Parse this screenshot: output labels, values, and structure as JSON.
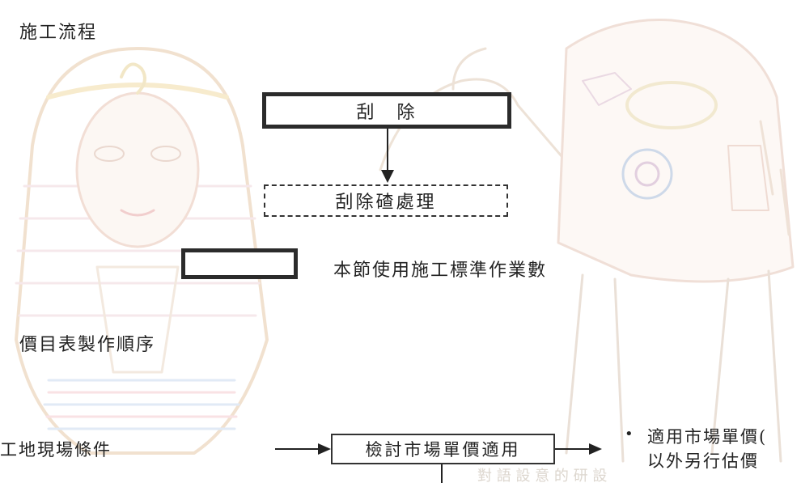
{
  "section_title": "施工流程",
  "flow": {
    "step1": "刮　除",
    "step2": "刮除碴處理"
  },
  "legend": {
    "text": "本節使用施工標準作業數"
  },
  "price_section": {
    "title": "價目表製作順序",
    "left_label": "工地現場條件",
    "center_box": "檢討市場單價適用",
    "bullet": "•",
    "right_line1": "適用市場單價(",
    "right_line2": "以外另行估價"
  },
  "watermark": {
    "footer_text": "對 語 設 意 的 研 設"
  }
}
